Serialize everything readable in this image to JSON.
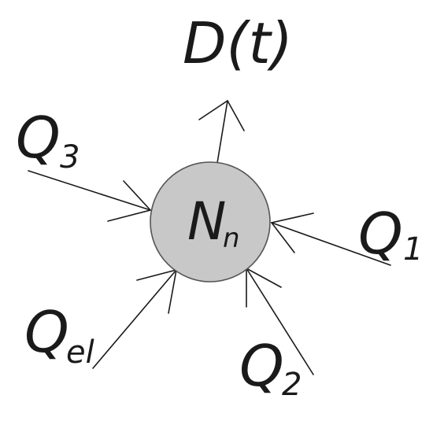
{
  "diagram": {
    "node": {
      "main": "N",
      "sub": "n",
      "fill": "#c8c8c8",
      "stroke": "#555555"
    },
    "output": {
      "label": "D(t)"
    },
    "inputs": [
      {
        "id": "q3",
        "main": "Q",
        "sub": "3"
      },
      {
        "id": "q1",
        "main": "Q",
        "sub": "1"
      },
      {
        "id": "qel",
        "main": "Q",
        "sub": "el"
      },
      {
        "id": "q2",
        "main": "Q",
        "sub": "2"
      }
    ]
  }
}
